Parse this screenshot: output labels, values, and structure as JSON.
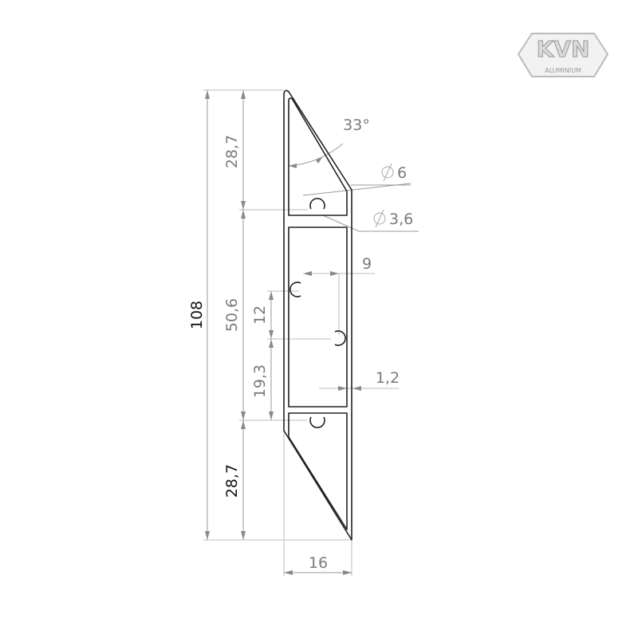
{
  "logo": {
    "brand": "KVN",
    "subtitle": "ALUMINIUM"
  },
  "dimensions": {
    "overall_height": "108",
    "top_section": "28,7",
    "middle_section": "50,6",
    "bottom_section": "28,7",
    "slot_spacing": "12",
    "slot_to_bottom": "19,3",
    "slot_offset": "9",
    "wall_thickness": "1,2",
    "width": "16",
    "angle": "33°",
    "diameter_outer": "6",
    "diameter_inner": "3,6"
  }
}
